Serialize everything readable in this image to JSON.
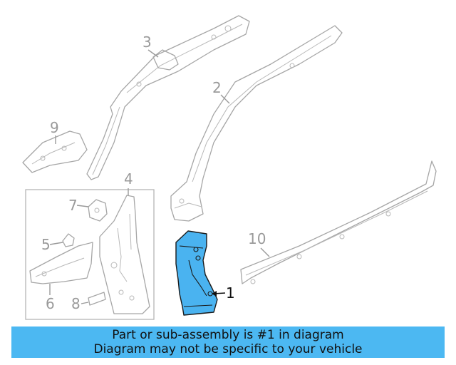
{
  "callouts": {
    "c1": "1",
    "c2": "2",
    "c3": "3",
    "c4": "4",
    "c5": "5",
    "c6": "6",
    "c7": "7",
    "c8": "8",
    "c9": "9",
    "c10": "10"
  },
  "highlight_color": "#4ab3f0",
  "banner": {
    "line1": "Part or sub-assembly is #1 in diagram",
    "line2": "Diagram may not be specific to your vehicle",
    "color": "#4cb8f2"
  }
}
